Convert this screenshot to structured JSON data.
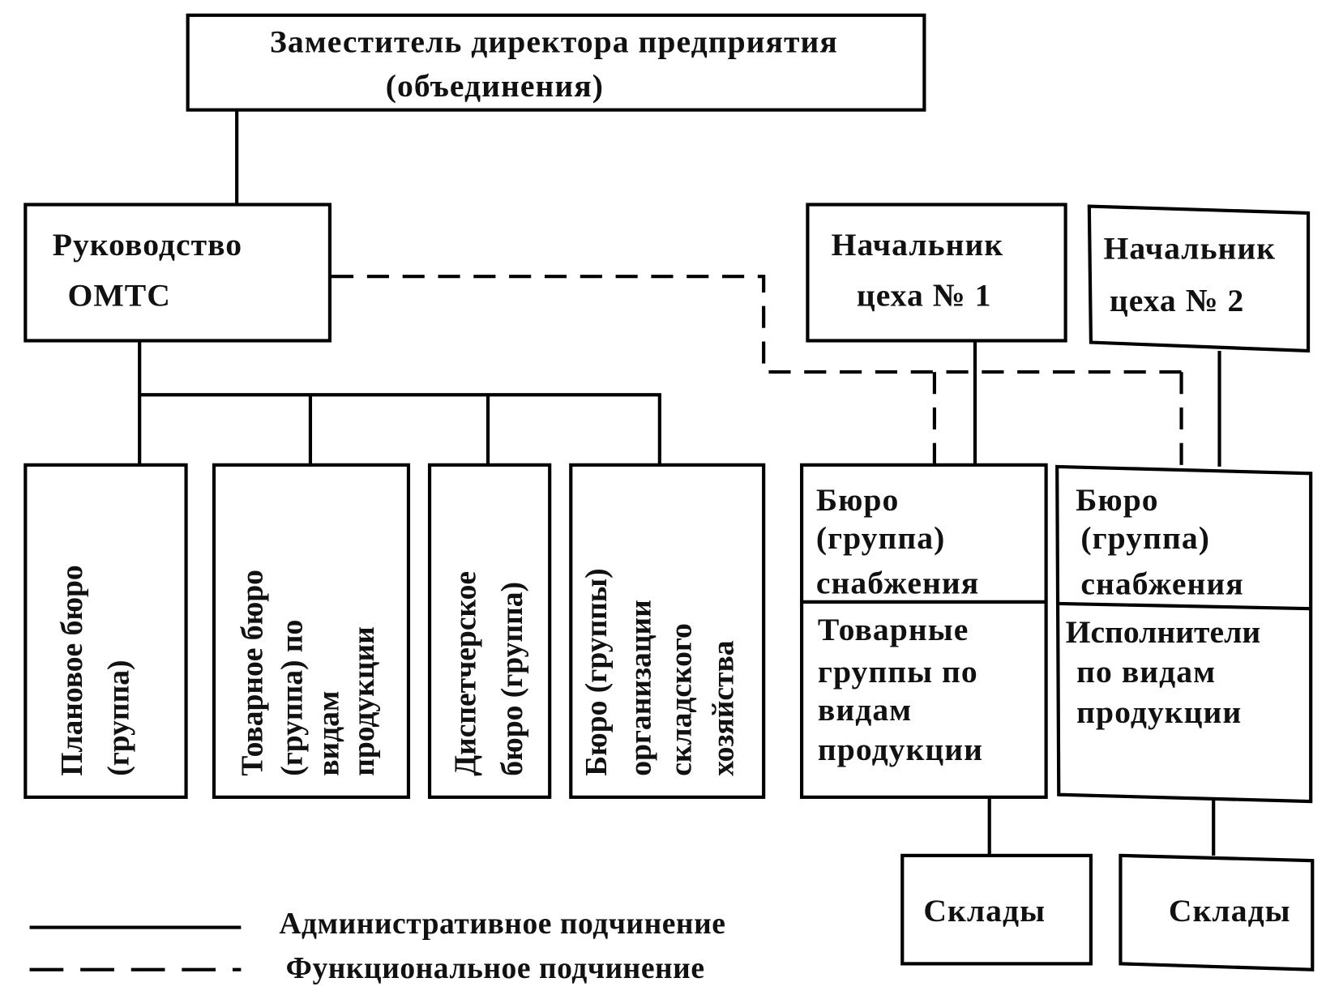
{
  "top": {
    "lines": [
      "Заместитель директора предприятия",
      "(объединения)"
    ]
  },
  "omts": {
    "lines": [
      "Руководство",
      "ОМТС"
    ]
  },
  "shop1": {
    "lines": [
      "Начальник",
      "цеха № 1"
    ]
  },
  "shop2": {
    "lines": [
      "Начальник",
      "цеха № 2"
    ]
  },
  "bureaus": [
    {
      "lines": [
        "Плановое бюро",
        "(группа)"
      ]
    },
    {
      "lines": [
        "Товарное бюро",
        "(группа) по",
        "видам",
        "продукции"
      ]
    },
    {
      "lines": [
        "Диспетчерское",
        "бюро (группа)"
      ]
    },
    {
      "lines": [
        "Бюро (группы)",
        "организации",
        "складского",
        "хозяйства"
      ]
    }
  ],
  "supply1": {
    "upper": [
      "Бюро",
      "(группа)",
      "снабжения"
    ],
    "lower": [
      "Товарные",
      "группы по",
      "видам",
      "продукции"
    ]
  },
  "supply2": {
    "upper": [
      "Бюро",
      "(группа)",
      "снабжения"
    ],
    "lower": [
      "Исполнители",
      "по видам",
      "продукции"
    ]
  },
  "warehouse1": {
    "label": "Склады"
  },
  "warehouse2": {
    "label": "Склады"
  },
  "legend": {
    "solid": "Административное подчинение",
    "dashed": "Функциональное подчинение"
  }
}
